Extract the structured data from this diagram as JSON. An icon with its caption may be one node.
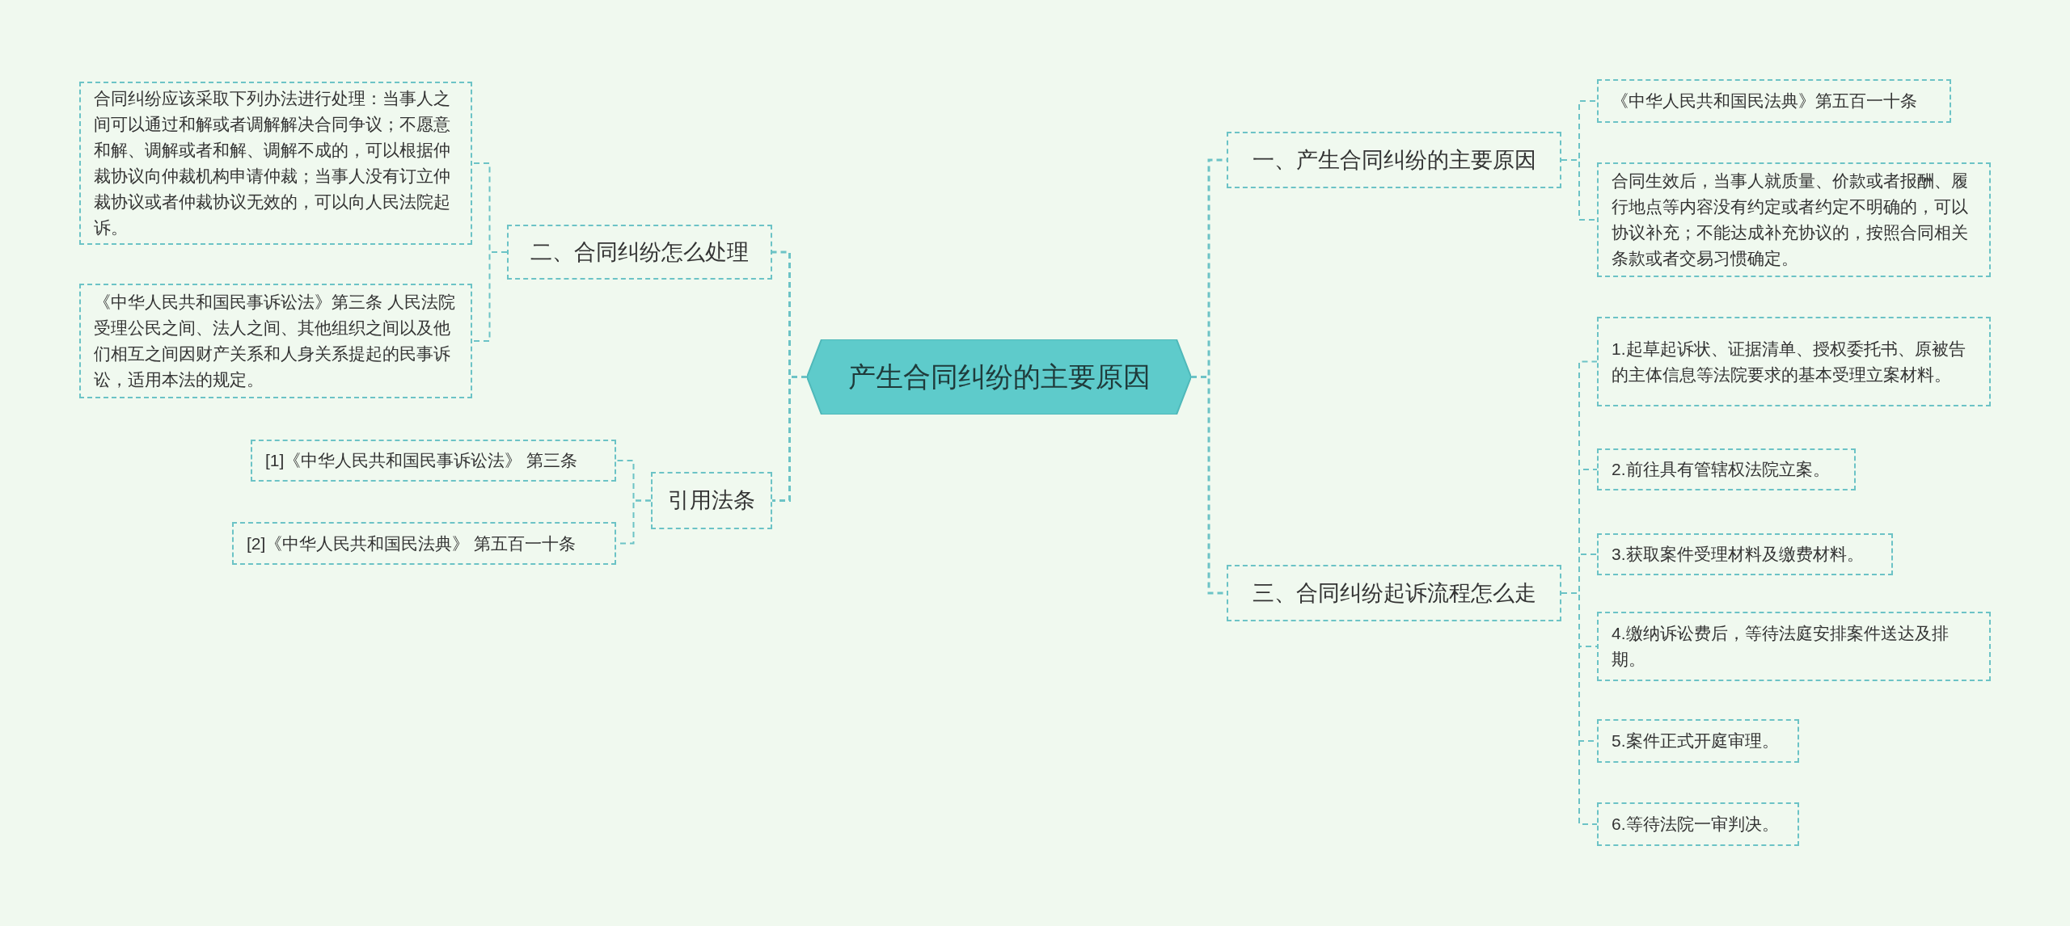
{
  "diagram": {
    "nodes": [
      {
        "text": [
          "产生合同纠纷的主要原因"
        ]
      },
      {
        "text": [
          "二、合同纠纷怎么处理"
        ]
      },
      {
        "text": [
          "合同纠纷应该采取下列办法进行处理：当事人之间可以通过和解或者调解解决合同争议；不愿意和解、调解或者和解、调解不成的，可以根据仲裁协议向仲裁机构申请仲裁；当事人没有订立仲裁协议或者仲裁协议无效的，可以向人民法院起诉。"
        ]
      },
      {
        "text": [
          "《中华人民共和国民事诉讼法》第三条 人民法院受理公民之间、法人之间、其他组织之间以及他们相互之间因财产关系和人身关系提起的民事诉讼，适用本法的规定。"
        ]
      },
      {
        "text": [
          "引用法条"
        ]
      },
      {
        "text": [
          "[1]《中华人民共和国民事诉讼法》 第三条"
        ]
      },
      {
        "text": [
          "[2]《中华人民共和国民法典》 第五百一十条"
        ]
      },
      {
        "text": [
          "一、产生合同纠纷的主要原因"
        ]
      },
      {
        "text": [
          "《中华人民共和国民法典》第五百一十条"
        ]
      },
      {
        "text": [
          "合同生效后，当事人就质量、价款或者报酬、履行地点等内容没有约定或者约定不明确的，可以协议补充；不能达成补充协议的，按照合同相关条款或者交易习惯确定。"
        ]
      },
      {
        "text": [
          "三、合同纠纷起诉流程怎么走"
        ]
      },
      {
        "text": [
          "1.起草起诉状、证据清单、授权委托书、原被告的主体信息等法院要求的基本受理立案材料。"
        ]
      },
      {
        "text": [
          "2.前往具有管辖权法院立案。"
        ]
      },
      {
        "text": [
          "3.获取案件受理材料及缴费材料。"
        ]
      },
      {
        "text": [
          "4.缴纳诉讼费后，等待法庭安排案件送达及排期。"
        ]
      },
      {
        "text": [
          "5.案件正式开庭审理。"
        ]
      },
      {
        "text": [
          "6.等待法院一审判决。"
        ]
      }
    ],
    "edges": [
      {
        "from": 0,
        "to": 1,
        "arrow": "none"
      },
      {
        "from": 1,
        "to": 2,
        "arrow": "none"
      },
      {
        "from": 1,
        "to": 3,
        "arrow": "none"
      },
      {
        "from": 0,
        "to": 4,
        "arrow": "none"
      },
      {
        "from": 4,
        "to": 5,
        "arrow": "none"
      },
      {
        "from": 4,
        "to": 6,
        "arrow": "none"
      },
      {
        "from": 0,
        "to": 7,
        "arrow": "none"
      },
      {
        "from": 7,
        "to": 8,
        "arrow": "none"
      },
      {
        "from": 7,
        "to": 9,
        "arrow": "none"
      },
      {
        "from": 0,
        "to": 10,
        "arrow": "none"
      },
      {
        "from": 10,
        "to": 11,
        "arrow": "none"
      },
      {
        "from": 10,
        "to": 12,
        "arrow": "none"
      },
      {
        "from": 10,
        "to": 13,
        "arrow": "none"
      },
      {
        "from": 10,
        "to": 14,
        "arrow": "none"
      },
      {
        "from": 10,
        "to": 15,
        "arrow": "none"
      },
      {
        "from": 10,
        "to": 16,
        "arrow": "none"
      }
    ]
  }
}
